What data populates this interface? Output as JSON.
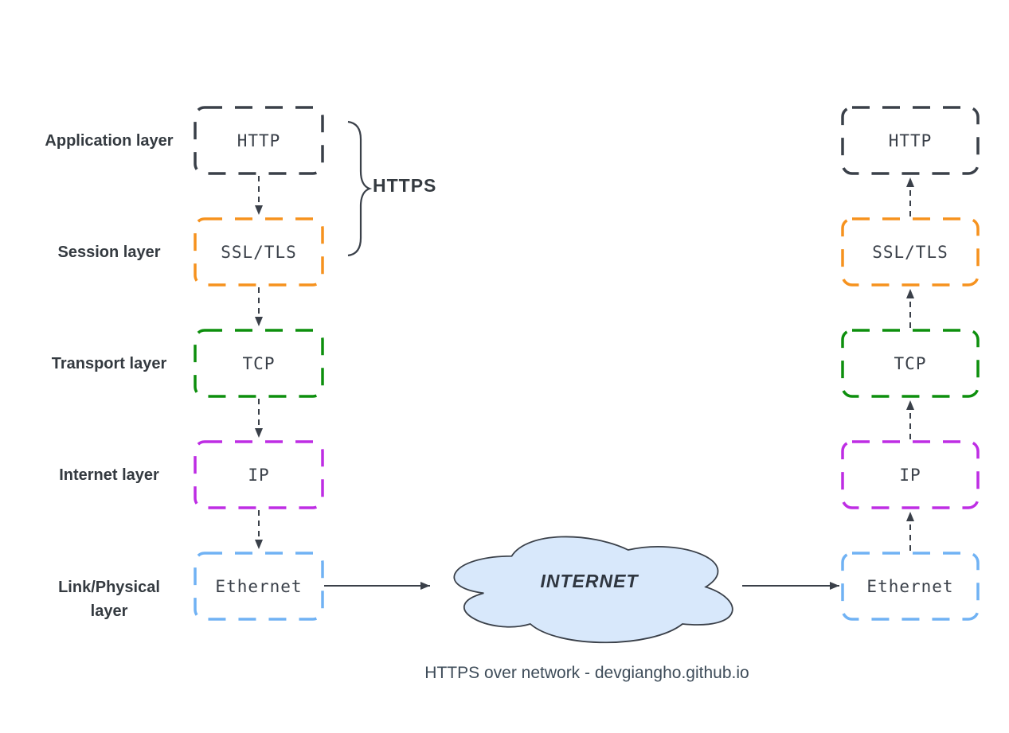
{
  "colors": {
    "ink": "#3a4049",
    "cloud_fill": "#d8e8fb"
  },
  "caption": "HTTPS over network - devgiangho.github.io",
  "https_label": "HTTPS",
  "internet_label": "INTERNET",
  "layer_labels": [
    "Application layer",
    "Session layer",
    "Transport layer",
    "Internet layer",
    "Link/Physical layer"
  ],
  "protocols": [
    {
      "name": "HTTP",
      "color": "#3a4049"
    },
    {
      "name": "SSL/TLS",
      "color": "#f6921e"
    },
    {
      "name": "TCP",
      "color": "#0d8f0d"
    },
    {
      "name": "IP",
      "color": "#be2de4"
    },
    {
      "name": "Ethernet",
      "color": "#70b2f4"
    }
  ]
}
